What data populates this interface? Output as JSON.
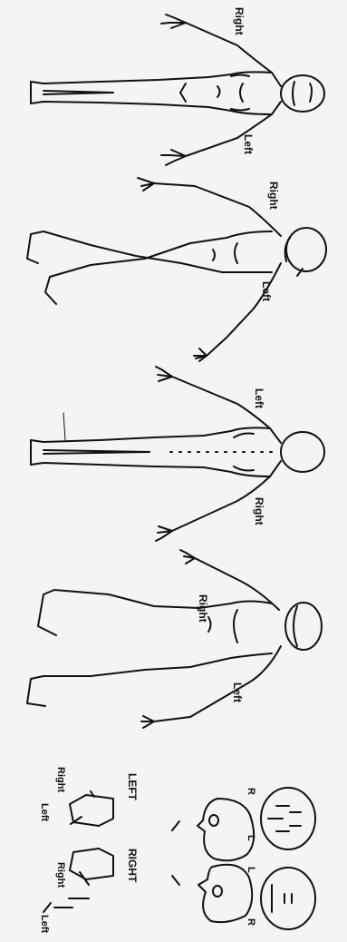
{
  "figures": {
    "figure_1": {
      "right": "Right",
      "left": "Left"
    },
    "figure_2": {
      "right": "Right",
      "left": "Left"
    },
    "figure_3": {
      "left": "Left",
      "right": "Right"
    },
    "figure_4": {
      "right": "Right",
      "left": "Left"
    }
  },
  "heads": {
    "head_left_label": "LEFT",
    "head_right_label": "RIGHT",
    "face_r": "R",
    "face_l": "L",
    "back_l": "L",
    "back_r": "R"
  },
  "feet": {
    "top_right": "Right",
    "top_left": "Left",
    "bottom_right": "Right",
    "bottom_left": "Left"
  }
}
